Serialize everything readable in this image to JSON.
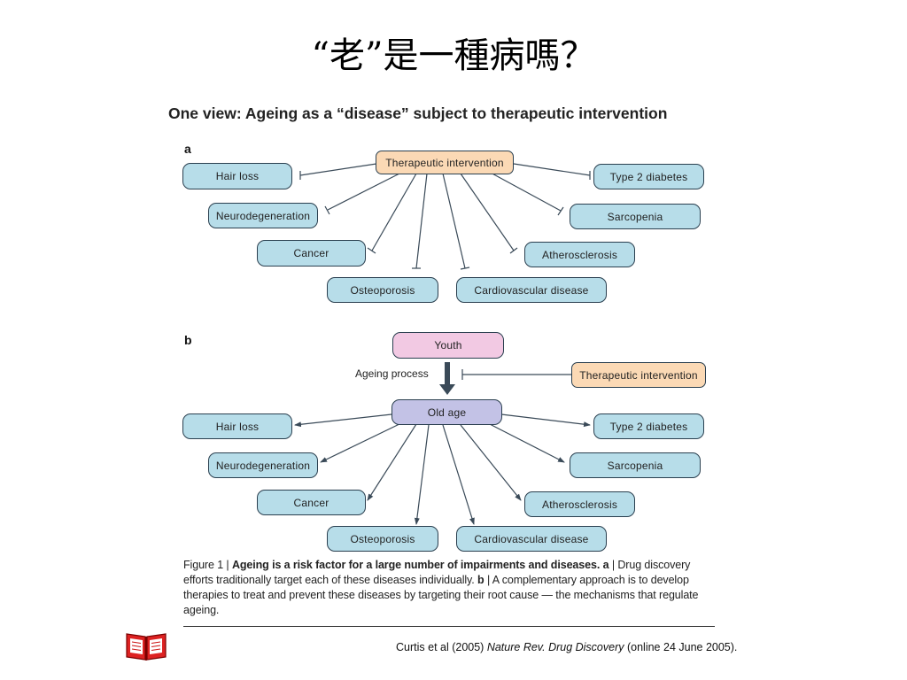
{
  "slide_title": "“老”是一種病嗎？",
  "figure_title": "One view: Ageing as a “disease” subject to therapeutic intervention",
  "panel_a": {
    "label": "a",
    "center": "Therapeutic intervention",
    "targets": [
      "Hair loss",
      "Neurodegeneration",
      "Cancer",
      "Osteoporosis",
      "Cardiovascular disease",
      "Atherosclerosis",
      "Sarcopenia",
      "Type 2 diabetes"
    ]
  },
  "panel_b": {
    "label": "b",
    "youth": "Youth",
    "ageing_process": "Ageing process",
    "intervention": "Therapeutic intervention",
    "old_age": "Old age",
    "targets": [
      "Hair loss",
      "Neurodegeneration",
      "Cancer",
      "Osteoporosis",
      "Cardiovascular disease",
      "Atherosclerosis",
      "Sarcopenia",
      "Type 2 diabetes"
    ]
  },
  "caption": {
    "prefix": "Figure 1 | ",
    "bold": "Ageing is a risk factor for a large number of impairments and diseases.",
    "a_label": "a",
    "a_text": " | Drug discovery efforts traditionally target each of these diseases individually. ",
    "b_label": "b",
    "b_text": " | A complementary approach is to develop therapies to treat and prevent these diseases by targeting their root cause — the mechanisms that regulate ageing."
  },
  "citation": {
    "pre": "Curtis et al (2005) ",
    "journal": "Nature Rev. Drug Discovery",
    "post": " (online 24 June 2005)."
  },
  "colors": {
    "disease_box": "#b7dde9",
    "intervention_box": "#fbd9b5",
    "youth_box": "#f2c9e3",
    "old_age_box": "#c3c2e6",
    "book_icon": "#cc1111"
  },
  "icons": {
    "book": "open-book-icon"
  }
}
